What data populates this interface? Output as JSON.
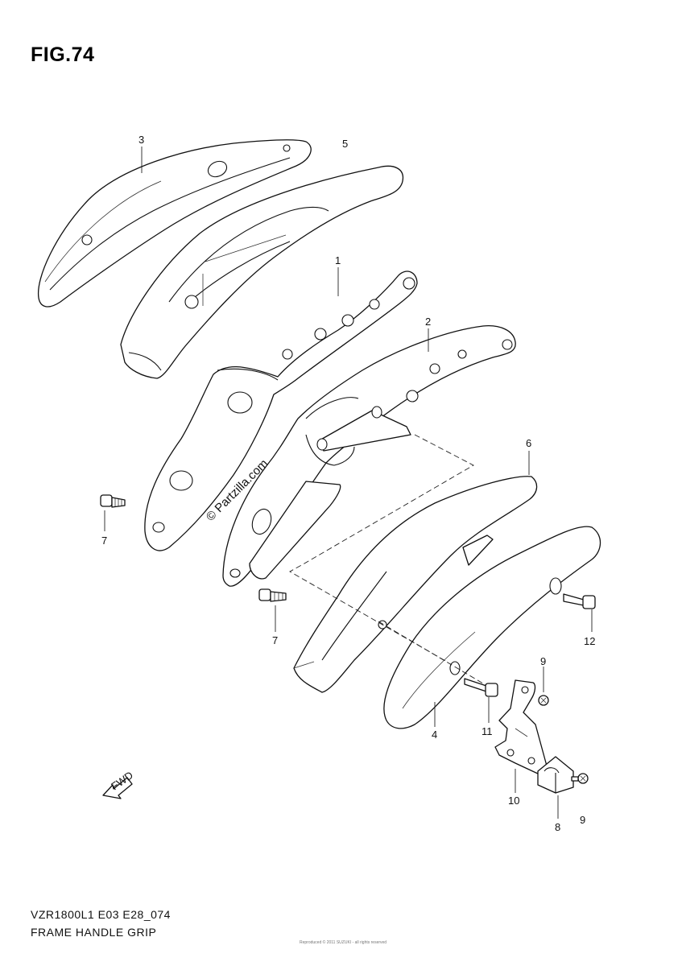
{
  "figure": {
    "title": "FIG.74",
    "model_code": "VZR1800L1 E03 E28_074",
    "section_name": "FRAME HANDLE GRIP",
    "watermark": "© Partzilla.com",
    "small_copyright": "Reproduced © 2011 SUZUKI - all rights reserved"
  },
  "callouts": [
    {
      "id": "1",
      "label": "1"
    },
    {
      "id": "2",
      "label": "2"
    },
    {
      "id": "3",
      "label": "3"
    },
    {
      "id": "4",
      "label": "4"
    },
    {
      "id": "5",
      "label": "5"
    },
    {
      "id": "6",
      "label": "6"
    },
    {
      "id": "7a",
      "label": "7"
    },
    {
      "id": "7b",
      "label": "7"
    },
    {
      "id": "8",
      "label": "8"
    },
    {
      "id": "9a",
      "label": "9"
    },
    {
      "id": "9b",
      "label": "9"
    },
    {
      "id": "10",
      "label": "10"
    },
    {
      "id": "11",
      "label": "11"
    },
    {
      "id": "12",
      "label": "12"
    }
  ],
  "direction_arrow": {
    "label": "FWD"
  },
  "colors": {
    "line": "#111111",
    "background": "#ffffff",
    "watermark": "#111111"
  }
}
